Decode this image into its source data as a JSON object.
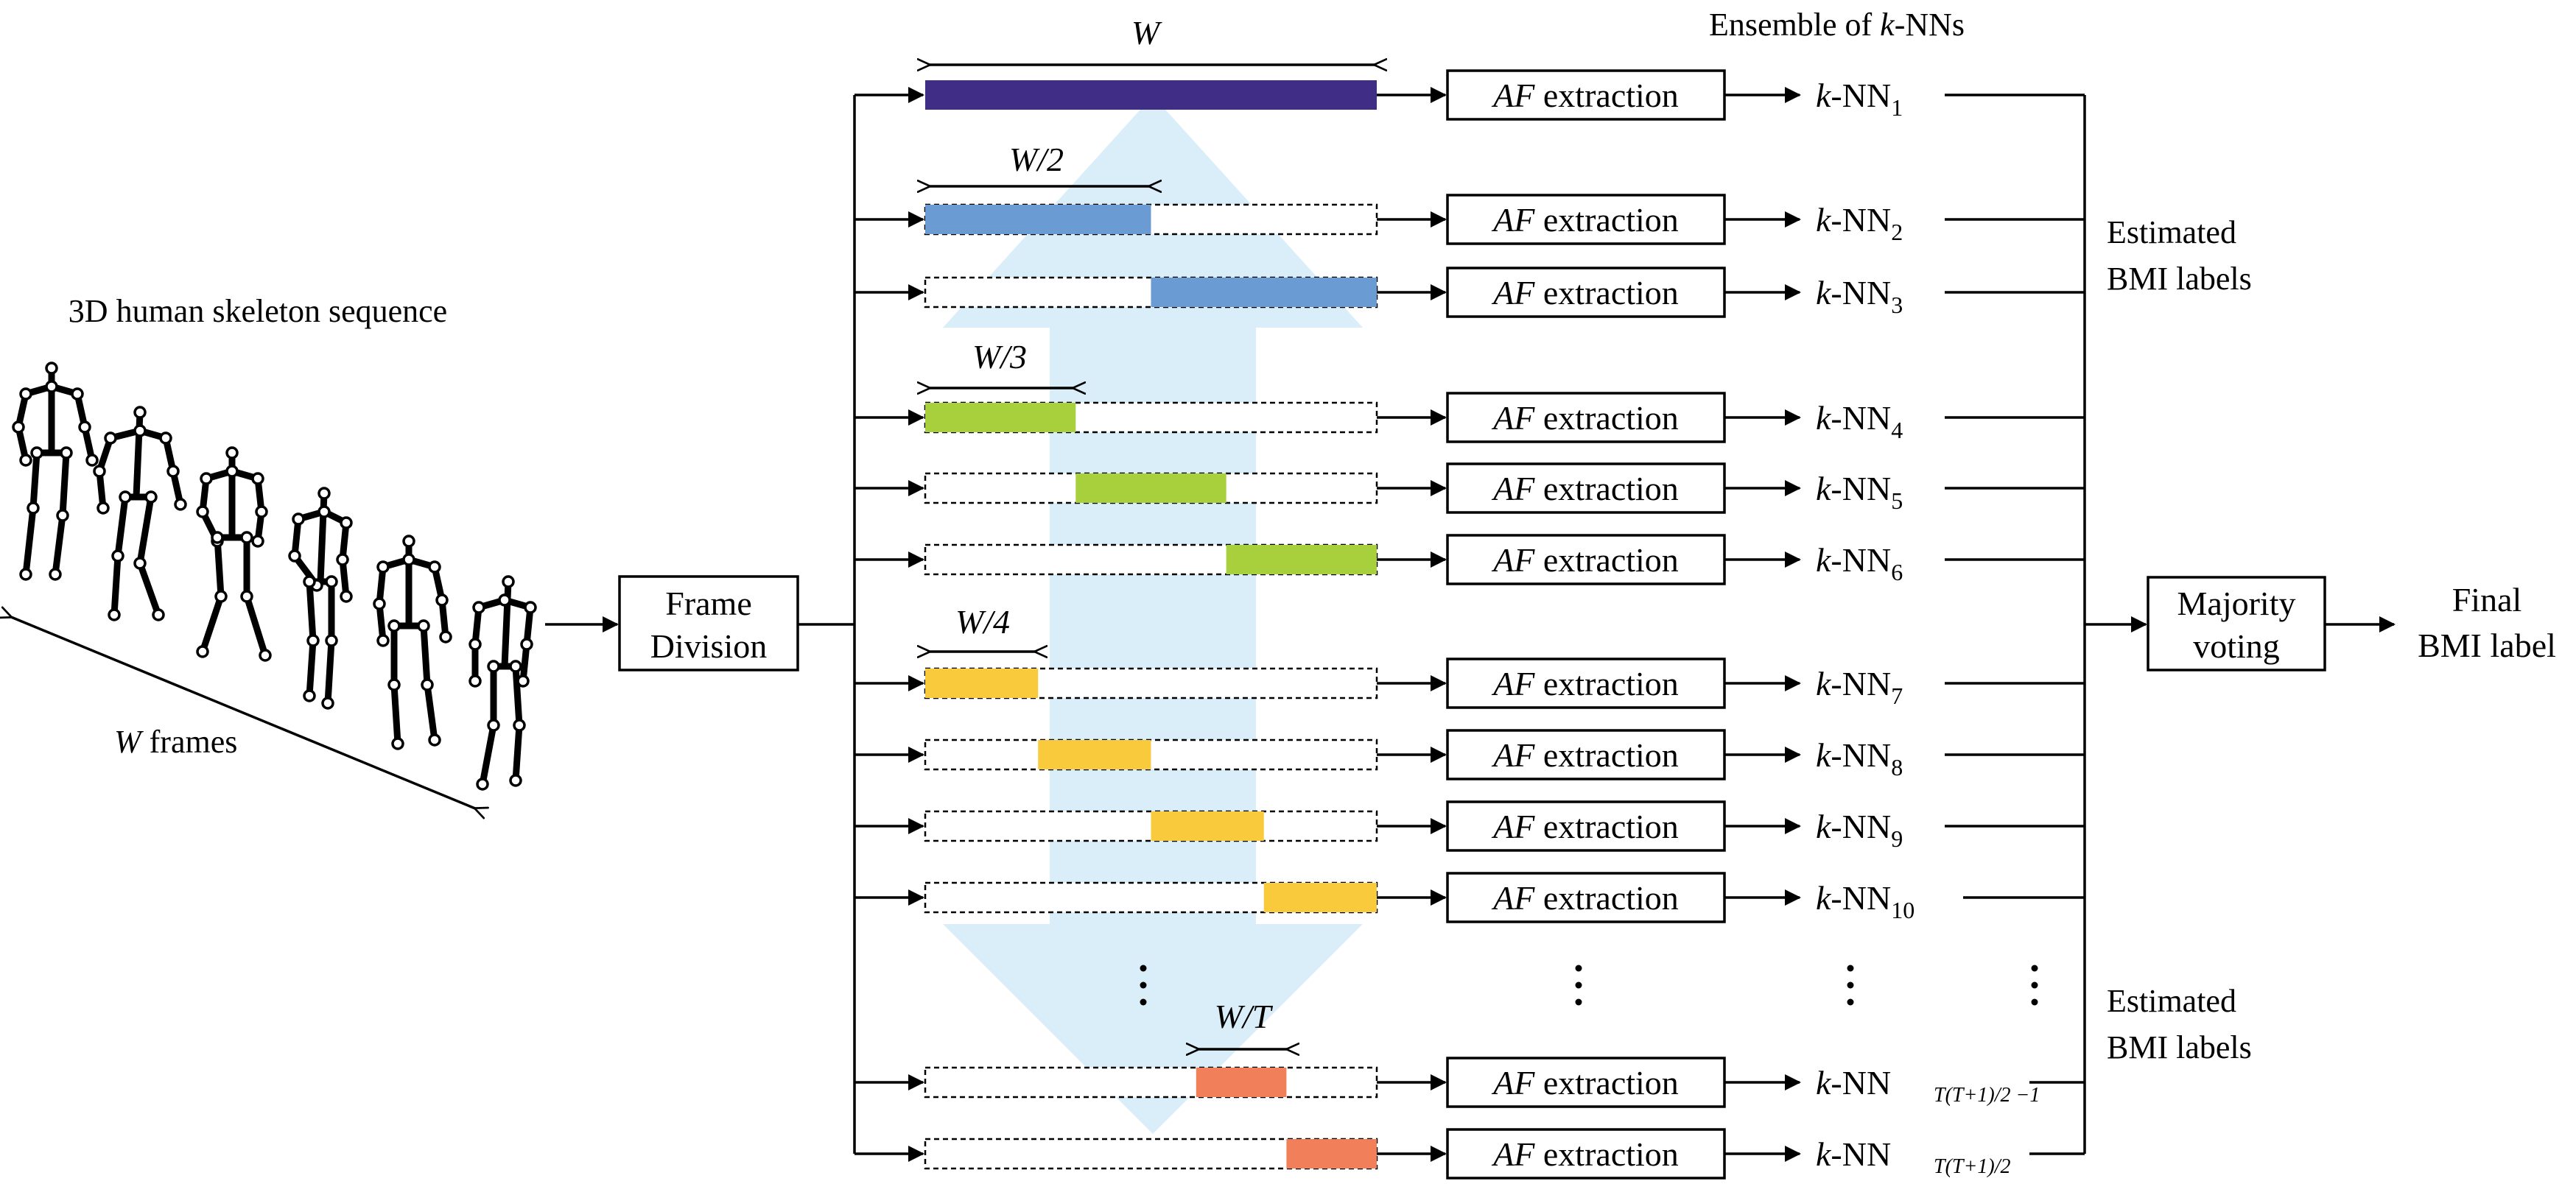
{
  "input_label": "3D human skeleton sequence",
  "frames_label_italic": "W",
  "frames_label_rest": " frames",
  "frame_division": [
    "Frame",
    "Division"
  ],
  "ensemble_title": "Ensemble of k-NNs",
  "window_labels": [
    "W",
    "W/2",
    "W/3",
    "W/4",
    "W/T"
  ],
  "af_italic": "AF",
  "af_rest": " extraction",
  "knn_prefix_italic": "k",
  "knn_prefix_rest": "-NN",
  "knn_subscripts": [
    "1",
    "2",
    "3",
    "4",
    "5",
    "6",
    "7",
    "8",
    "9",
    "10"
  ],
  "knn_last_subscripts": [
    "T(T+1)/2 −1",
    "T(T+1)/2"
  ],
  "estimated_labels": [
    "Estimated",
    "BMI labels"
  ],
  "majority_voting": [
    "Majority",
    "voting"
  ],
  "final_label": [
    "Final",
    "BMI label"
  ],
  "colors": {
    "full_window": "#3f2d86",
    "half_window": "#6b9bd3",
    "third_window": "#a8cf3c",
    "quarter_window": "#f9cb3c",
    "t_window": "#f07f5a",
    "background_arrow": "#d9eef8"
  }
}
